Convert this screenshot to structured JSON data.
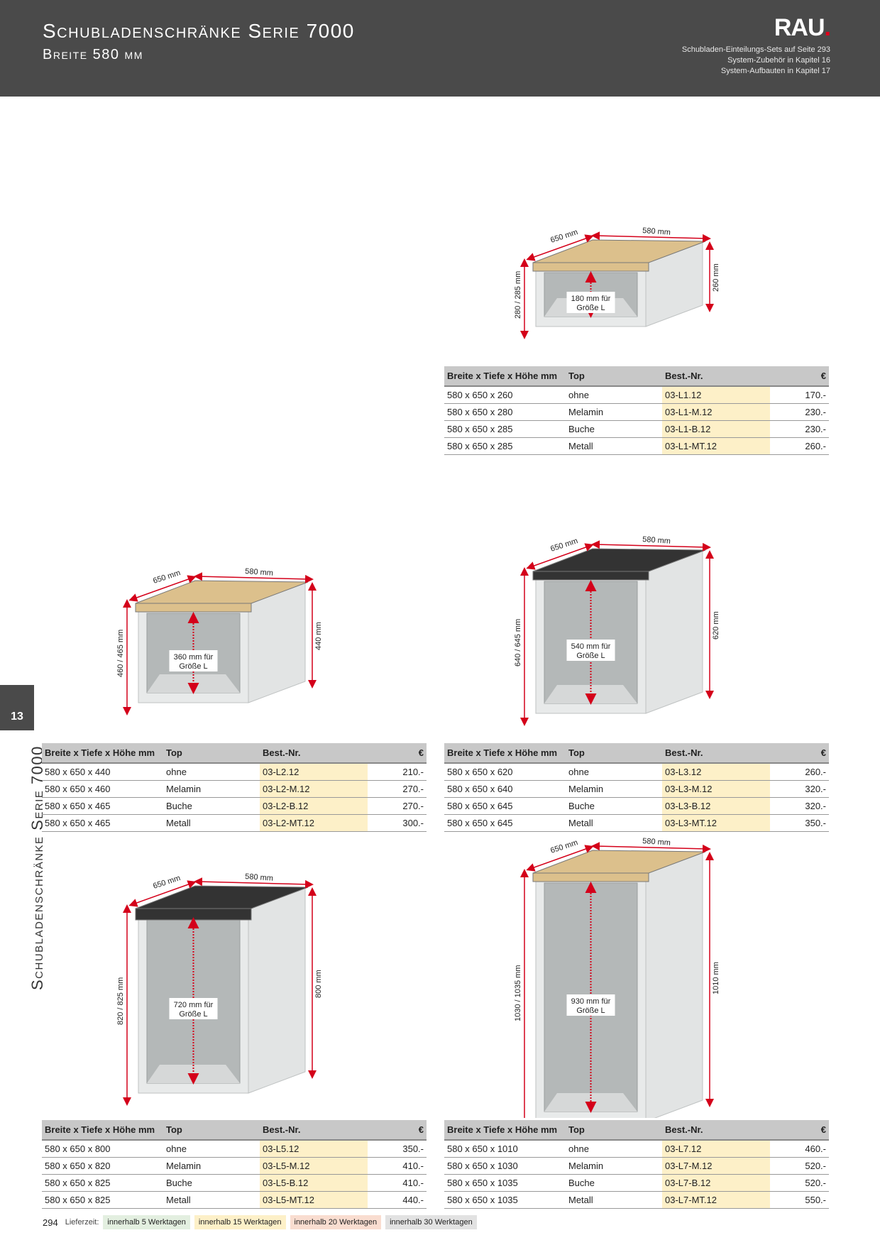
{
  "header": {
    "title": "Schubladenschränke Serie 7000",
    "subtitle": "Breite 580 mm",
    "logo": "RAU",
    "refs": [
      "Schubladen-Einteilungs-Sets auf Seite 293",
      "System-Zubehör in Kapitel 16",
      "System-Aufbauten in Kapitel 17"
    ]
  },
  "side": {
    "chapter": "13",
    "label": "Schubladenschränke Serie 7000"
  },
  "table_headers": {
    "dims": "Breite x Tiefe x Höhe mm",
    "top": "Top",
    "nr": "Best.-Nr.",
    "price": "€"
  },
  "products": [
    {
      "id": "L1",
      "dims": {
        "width": "580 mm",
        "depth": "650 mm",
        "height": "260 mm",
        "height_top": "280 / 285 mm",
        "inner": [
          "180 mm für",
          "Größe L"
        ]
      },
      "rows": [
        {
          "dims": "580 x 650 x 260",
          "top": "ohne",
          "nr": "03-L1.12",
          "price": "170.-"
        },
        {
          "dims": "580 x 650 x 280",
          "top": "Melamin",
          "nr": "03-L1-M.12",
          "price": "230.-"
        },
        {
          "dims": "580 x 650 x 285",
          "top": "Buche",
          "nr": "03-L1-B.12",
          "price": "230.-"
        },
        {
          "dims": "580 x 650 x 285",
          "top": "Metall",
          "nr": "03-L1-MT.12",
          "price": "260.-"
        }
      ]
    },
    {
      "id": "L2",
      "dims": {
        "width": "580 mm",
        "depth": "650 mm",
        "height": "440 mm",
        "height_top": "460 / 465 mm",
        "inner": [
          "360 mm für",
          "Größe L"
        ]
      },
      "rows": [
        {
          "dims": "580 x 650 x 440",
          "top": "ohne",
          "nr": "03-L2.12",
          "price": "210.-"
        },
        {
          "dims": "580 x 650 x 460",
          "top": "Melamin",
          "nr": "03-L2-M.12",
          "price": "270.-"
        },
        {
          "dims": "580 x 650 x 465",
          "top": "Buche",
          "nr": "03-L2-B.12",
          "price": "270.-"
        },
        {
          "dims": "580 x 650 x 465",
          "top": "Metall",
          "nr": "03-L2-MT.12",
          "price": "300.-"
        }
      ]
    },
    {
      "id": "L3",
      "dims": {
        "width": "580 mm",
        "depth": "650 mm",
        "height": "620 mm",
        "height_top": "640 / 645 mm",
        "inner": [
          "540 mm für",
          "Größe L"
        ]
      },
      "rows": [
        {
          "dims": "580 x 650 x 620",
          "top": "ohne",
          "nr": "03-L3.12",
          "price": "260.-"
        },
        {
          "dims": "580 x 650 x 640",
          "top": "Melamin",
          "nr": "03-L3-M.12",
          "price": "320.-"
        },
        {
          "dims": "580 x 650 x 645",
          "top": "Buche",
          "nr": "03-L3-B.12",
          "price": "320.-"
        },
        {
          "dims": "580 x 650 x 645",
          "top": "Metall",
          "nr": "03-L3-MT.12",
          "price": "350.-"
        }
      ]
    },
    {
      "id": "L5",
      "dims": {
        "width": "580 mm",
        "depth": "650 mm",
        "height": "800 mm",
        "height_top": "820 / 825 mm",
        "inner": [
          "720 mm für",
          "Größe L"
        ]
      },
      "rows": [
        {
          "dims": "580 x 650 x 800",
          "top": "ohne",
          "nr": "03-L5.12",
          "price": "350.-"
        },
        {
          "dims": "580 x 650 x 820",
          "top": "Melamin",
          "nr": "03-L5-M.12",
          "price": "410.-"
        },
        {
          "dims": "580 x 650 x 825",
          "top": "Buche",
          "nr": "03-L5-B.12",
          "price": "410.-"
        },
        {
          "dims": "580 x 650 x 825",
          "top": "Metall",
          "nr": "03-L5-MT.12",
          "price": "440.-"
        }
      ]
    },
    {
      "id": "L7",
      "dims": {
        "width": "580 mm",
        "depth": "650 mm",
        "height": "1010 mm",
        "height_top": "1030 / 1035 mm",
        "inner": [
          "930 mm für",
          "Größe L"
        ]
      },
      "rows": [
        {
          "dims": "580 x 650 x 1010",
          "top": "ohne",
          "nr": "03-L7.12",
          "price": "460.-"
        },
        {
          "dims": "580 x 650 x 1030",
          "top": "Melamin",
          "nr": "03-L7-M.12",
          "price": "520.-"
        },
        {
          "dims": "580 x 650 x 1035",
          "top": "Buche",
          "nr": "03-L7-B.12",
          "price": "520.-"
        },
        {
          "dims": "580 x 650 x 1035",
          "top": "Metall",
          "nr": "03-L7-MT.12",
          "price": "550.-"
        }
      ]
    }
  ],
  "footer": {
    "page": "294",
    "label": "Lieferzeit:",
    "chips": [
      {
        "text": "innerhalb 5 Werktagen",
        "color": "#e3efe0"
      },
      {
        "text": "innerhalb 15 Werktagen",
        "color": "#fdf0c8"
      },
      {
        "text": "innerhalb 20 Werktagen",
        "color": "#f9ddd0"
      },
      {
        "text": "innerhalb 30 Werktagen",
        "color": "#e2e2e2"
      }
    ]
  },
  "colors": {
    "header_bg": "#4a4a4a",
    "logo_dot": "#e0001b",
    "dim_arrow": "#d4001a",
    "wood": "#dcc08c",
    "black_top": "#333333"
  }
}
